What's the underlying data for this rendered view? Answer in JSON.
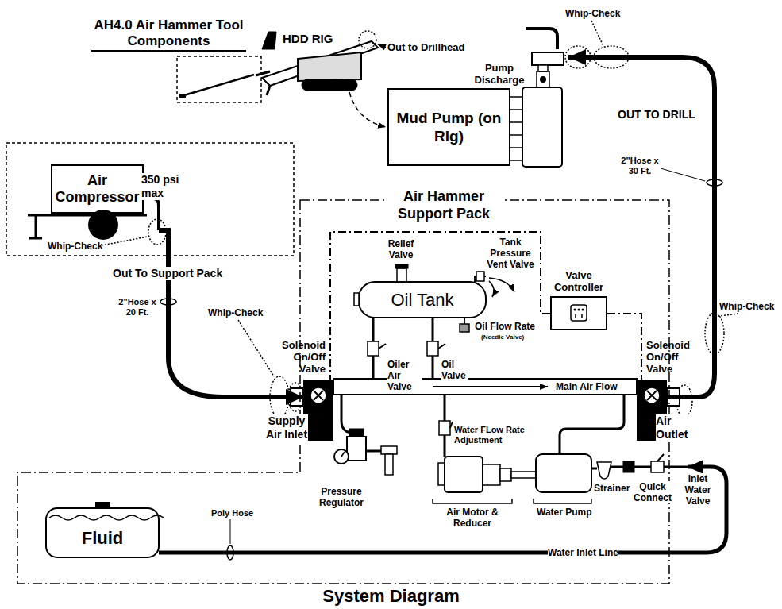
{
  "diagram": {
    "caption": "System Diagram",
    "nodes": [
      {
        "text": [
          "AH4.0 Air Hammer Tool Components"
        ]
      },
      {
        "text": [
          "Mud Pump (on Rig)"
        ]
      },
      {
        "text": [
          "Air Compressor"
        ]
      },
      {
        "text": [
          "Air Hammer Support Pack"
        ]
      },
      {
        "text": [
          "Oil Tank"
        ],
        "in": 3
      },
      {
        "text": [
          "Valve Controller"
        ],
        "in": 3
      },
      {
        "text": [
          "Solenoid On/Off Valve"
        ],
        "in": 3
      },
      {
        "text": [
          "Solenoid On/Off Valve"
        ],
        "in": 3
      },
      {
        "text": [
          "Fluid"
        ],
        "in": 3
      }
    ],
    "edges": [
      {
        "from": 2,
        "to": 6,
        "arrow": "to",
        "label": "Out To Support Pack"
      },
      {
        "from": 7,
        "to": 1,
        "arrow": "to",
        "label": "OUT TO DRILL"
      },
      {
        "from": 5,
        "to": 6,
        "arrow": "none"
      },
      {
        "from": 5,
        "to": 7,
        "arrow": "none"
      }
    ],
    "labels": [
      "HDD RIG",
      "Out to Drillhead",
      "Pump Discharge",
      "Whip-Check",
      "2\"Hose x 30 Ft.",
      "350 psi max",
      "Whip-Check",
      "2\"Hose x 20 Ft.",
      "Whip-Check",
      "Relief Valve",
      "Tank Pressure Vent Valve",
      "Oil Flow Rate",
      "(Needle Valve)",
      "Oiler Air Valve",
      "Oil Valve",
      "Main Air Flow",
      "Supply Air Inlet",
      "Air Outlet",
      "Water FLow Rate Adjustment",
      "Pressure Regulator",
      "Air Motor & Reducer",
      "Water Pump",
      "Strainer",
      "Quick Connect",
      "Inlet Water Valve",
      "Poly Hose",
      "Water Inlet Line",
      "Whip-Check"
    ]
  }
}
